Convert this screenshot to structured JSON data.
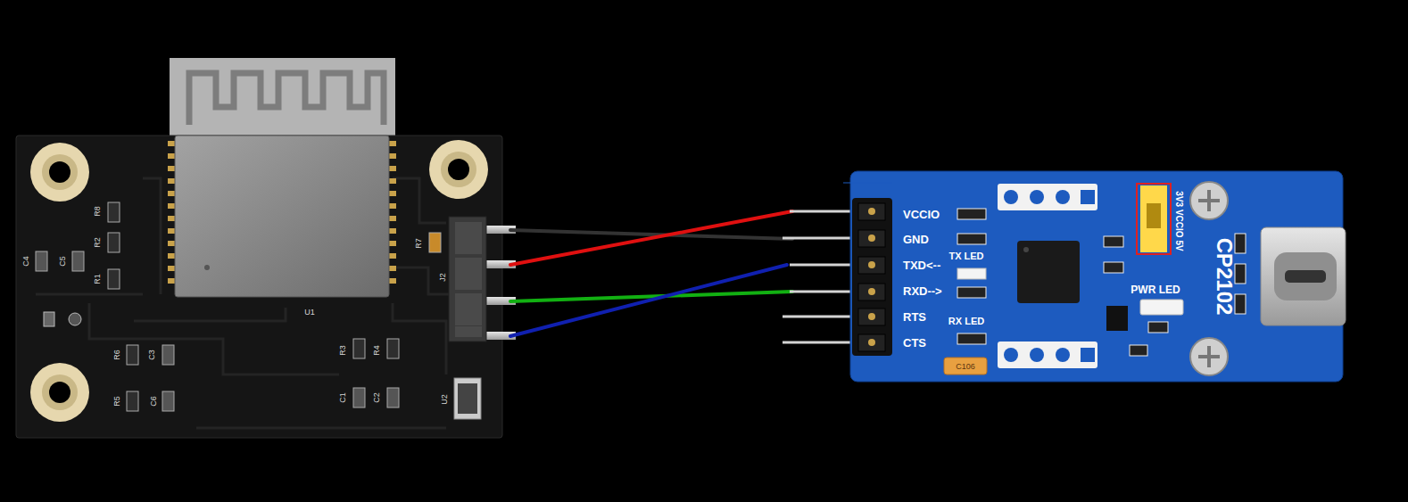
{
  "diagram": {
    "labels": [
      "R8",
      "R2",
      "R1",
      "C4",
      "C5",
      "U1",
      "R7",
      "J2",
      "R6",
      "C3",
      "R3",
      "R4",
      "C1",
      "C2",
      "U2",
      "R5",
      "C6",
      "VCCIO",
      "GND",
      "TXD<--",
      "RXD-->",
      "RTS",
      "CTS",
      "TX LED",
      "RX LED",
      "C106",
      "3V3 VCCIO 5V",
      "PWR LED",
      "CP2102"
    ]
  }
}
